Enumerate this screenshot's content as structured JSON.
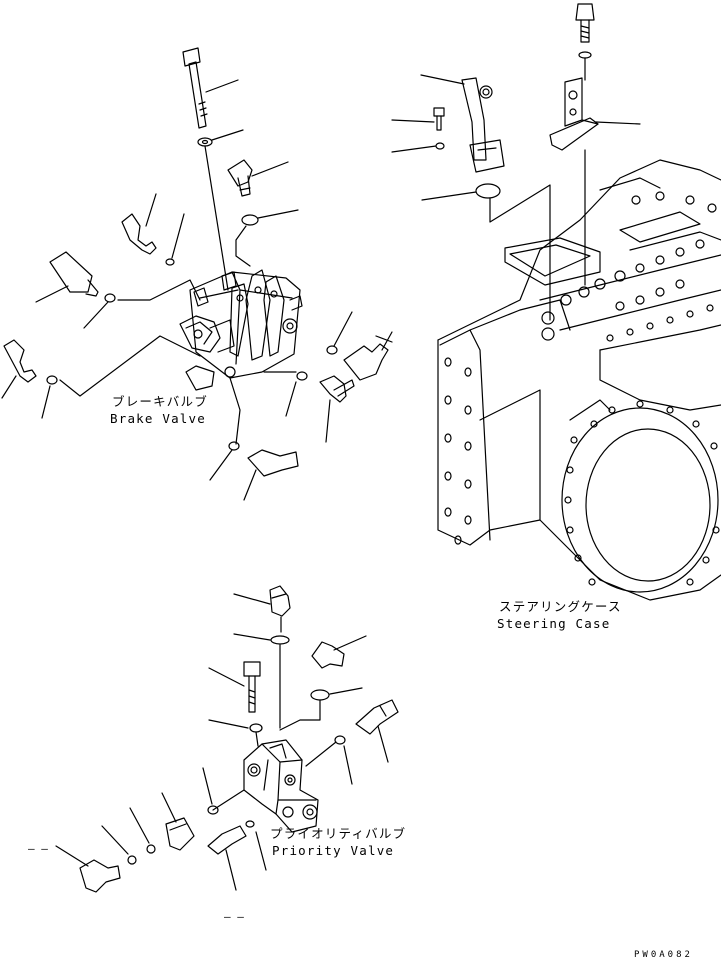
{
  "labels": {
    "brake_valve_jp": "ブレーキバルブ",
    "brake_valve_en": "Brake Valve",
    "steering_case_jp": "ステアリングケース",
    "steering_case_en": "Steering Case",
    "priority_valve_jp": "プライオリティバルブ",
    "priority_valve_en": "Priority Valve"
  },
  "drawing_code": "PW0A082",
  "dash_marks": {
    "left": "– –",
    "bottom": "– –"
  }
}
